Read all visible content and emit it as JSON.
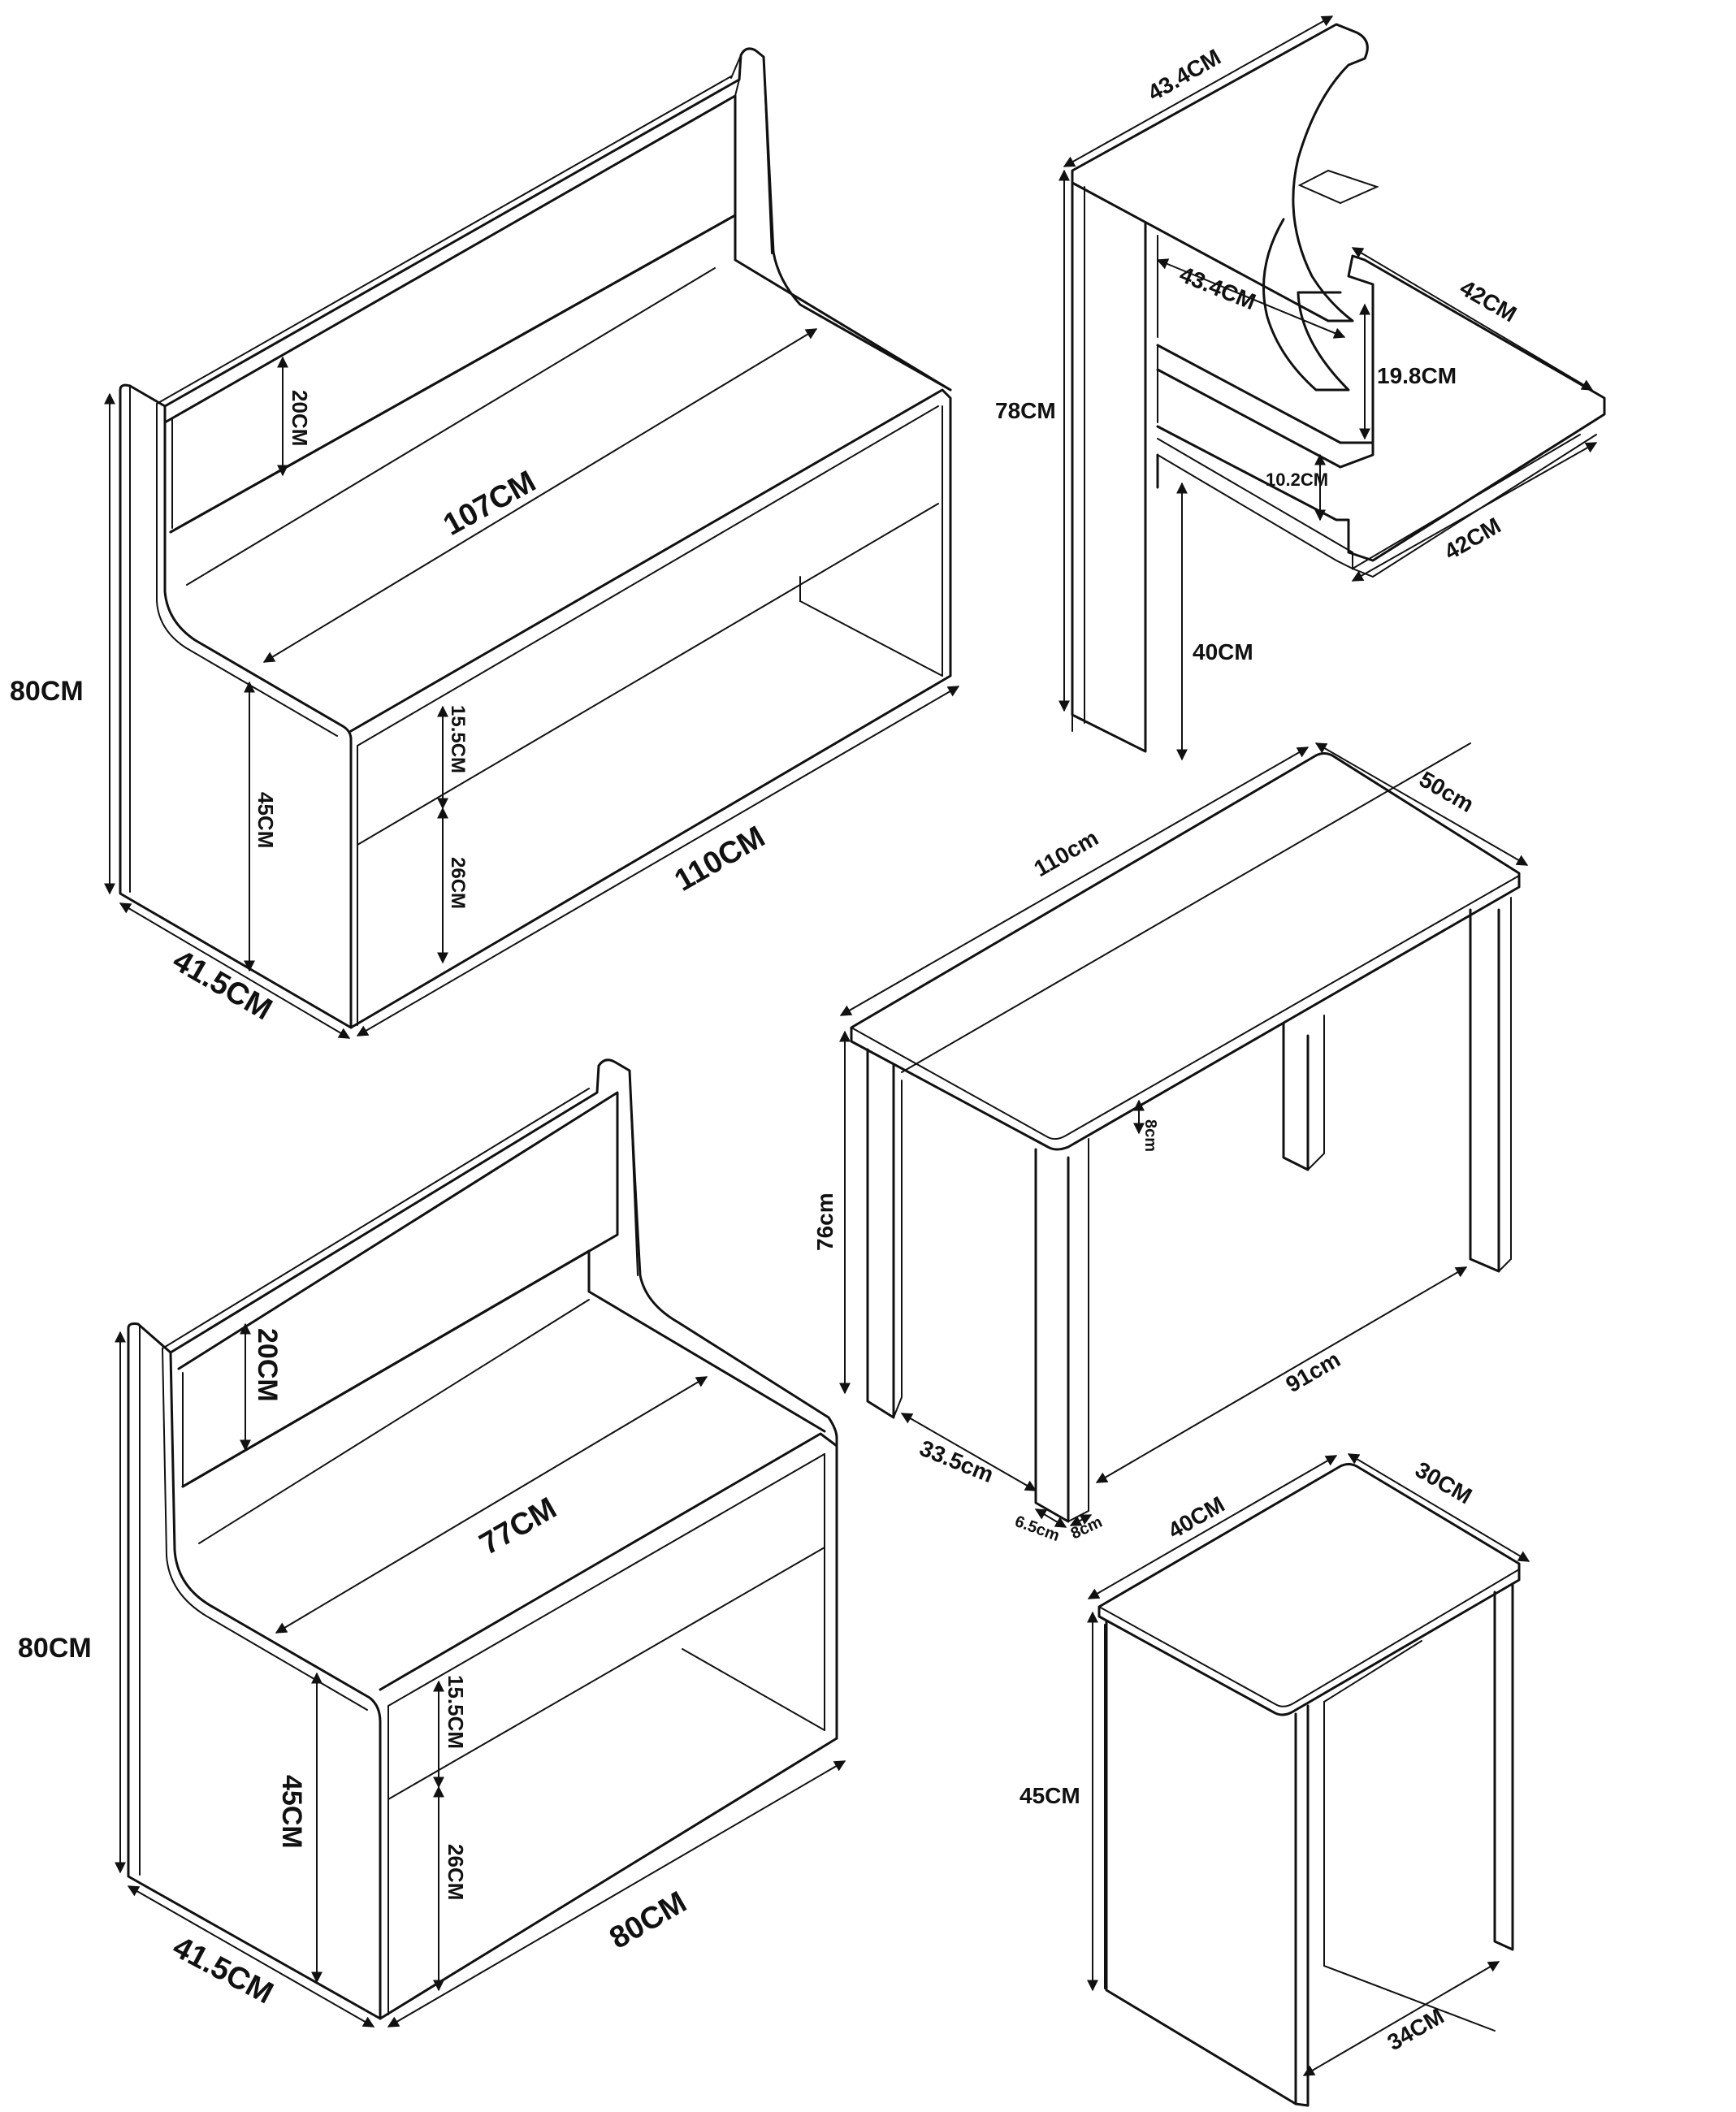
{
  "colors": {
    "ink": "#111111",
    "paper": "#ffffff"
  },
  "bench_large": {
    "back_panel_height": "20CM",
    "seat_depth_inner": "107CM",
    "total_height": "80CM",
    "seat_height": "45CM",
    "front_upper_panel": "15.5CM",
    "front_lower_panel": "26CM",
    "width": "110CM",
    "depth": "41.5CM"
  },
  "corner_shelf": {
    "top_width": "43.4CM",
    "inner_width": "43.4CM",
    "side_depth": "42CM",
    "bottom_depth": "42CM",
    "shelf_gap": "19.8CM",
    "lower_gap": "10.2CM",
    "total_height": "78CM",
    "lower_height": "40CM"
  },
  "table": {
    "length": "110cm",
    "width": "50cm",
    "height": "76cm",
    "apron_height": "8cm",
    "inner_length": "91cm",
    "inner_width": "33.5cm",
    "leg_offset": "6.5cm",
    "leg_width": "8cm"
  },
  "bench_small": {
    "back_panel_height": "20CM",
    "seat_depth_inner": "77CM",
    "total_height": "80CM",
    "seat_height": "45CM",
    "front_upper_panel": "15.5CM",
    "front_lower_panel": "26CM",
    "width": "80CM",
    "depth": "41.5CM"
  },
  "stool": {
    "width": "40CM",
    "depth": "30CM",
    "height": "45CM",
    "inner_depth": "34CM"
  }
}
